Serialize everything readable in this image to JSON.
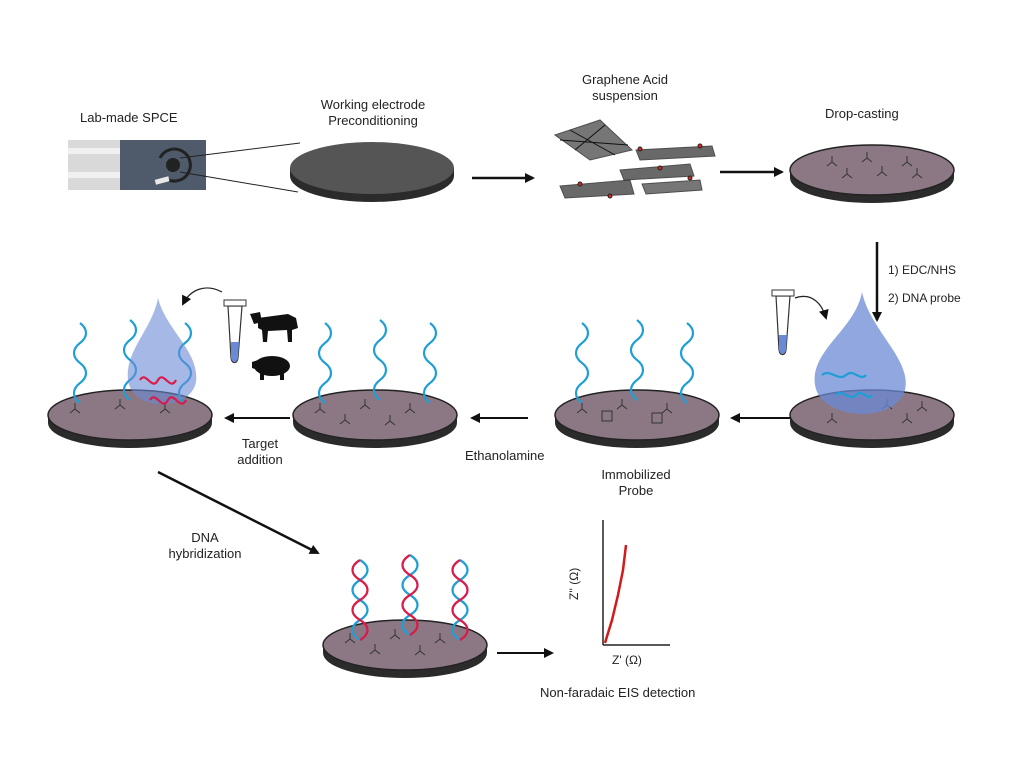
{
  "labels": {
    "spce": "Lab-made SPCE",
    "working_electrode_1": "Working electrode",
    "working_electrode_2": "Preconditioning",
    "ga_1": "Graphene Acid",
    "ga_2": "suspension",
    "drop_casting": "Drop-casting",
    "edc_nhs": "1) EDC/NHS",
    "dna_probe": "2) DNA probe",
    "immobilized_1": "Immobilized",
    "immobilized_2": "Probe",
    "ethanolamine": "Ethanolamine",
    "target_1": "Target",
    "target_2": "addition",
    "hyb_1": "DNA",
    "hyb_2": "hybridization",
    "eis": "Non-faradaic EIS detection",
    "z_imag": "Z'' (Ω)",
    "z_real": "Z' (Ω)"
  },
  "colors": {
    "disk_top": "#8b7884",
    "disk_side": "#2b2b2b",
    "dna_blue": "#1e9fd6",
    "dna_red": "#d81b4a",
    "drop": "#6b8ad6",
    "electrode_dark": "#4a4a4a",
    "eis_curve": "#d11a1a"
  },
  "icons": [
    "cow-icon",
    "pig-icon",
    "tube-icon",
    "drop-icon"
  ]
}
